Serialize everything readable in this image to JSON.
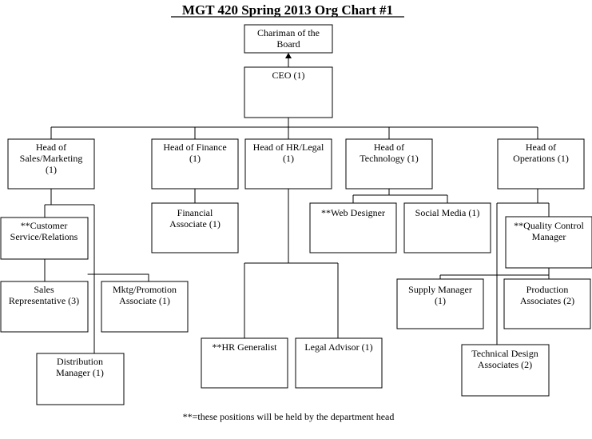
{
  "title": "MGT 420 Spring 2013 Org Chart #1",
  "footnote": "**=these positions will be held by the department head",
  "nodes": {
    "chairman": [
      "Chariman of the",
      "Board"
    ],
    "ceo": [
      "CEO (1)"
    ],
    "head_sales": [
      "Head of",
      "Sales/Marketing",
      "(1)"
    ],
    "head_finance": [
      "Head of Finance",
      "(1)"
    ],
    "head_hr": [
      "Head of HR/Legal",
      "(1)"
    ],
    "head_tech": [
      "Head of",
      "Technology (1)"
    ],
    "head_ops": [
      "Head of",
      "Operations (1)"
    ],
    "customer_service": [
      "**Customer",
      "Service/Relations"
    ],
    "sales_rep": [
      "Sales",
      "Representative (3)"
    ],
    "mktg_promo": [
      "Mktg/Promotion",
      "Associate (1)"
    ],
    "distribution": [
      "Distribution",
      "Manager (1)"
    ],
    "financial_assoc": [
      "Financial",
      "Associate (1)"
    ],
    "hr_generalist": [
      "**HR Generalist"
    ],
    "legal_advisor": [
      "Legal Advisor (1)"
    ],
    "web_designer": [
      "**Web Designer"
    ],
    "social_media": [
      "Social Media (1)"
    ],
    "quality_control": [
      "**Quality Control",
      "Manager"
    ],
    "supply_manager": [
      "Supply Manager",
      "(1)"
    ],
    "production": [
      "Production",
      "Associates (2)"
    ],
    "tech_design": [
      "Technical Design",
      "Associates (2)"
    ]
  }
}
